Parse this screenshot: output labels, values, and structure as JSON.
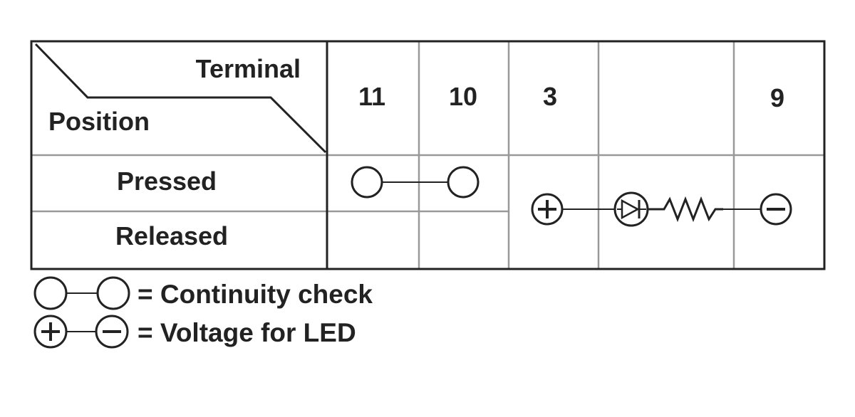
{
  "header": {
    "corner_top": "Terminal",
    "corner_bottom": "Position",
    "terminals": [
      "11",
      "10",
      "3",
      "",
      "9"
    ]
  },
  "rows": [
    {
      "label": "Pressed"
    },
    {
      "label": "Released"
    }
  ],
  "legend": {
    "continuity": "= Continuity check",
    "voltage": "= Voltage for LED"
  },
  "colors": {
    "line": "#222222",
    "grid": "#999999",
    "background": "#ffffff"
  }
}
